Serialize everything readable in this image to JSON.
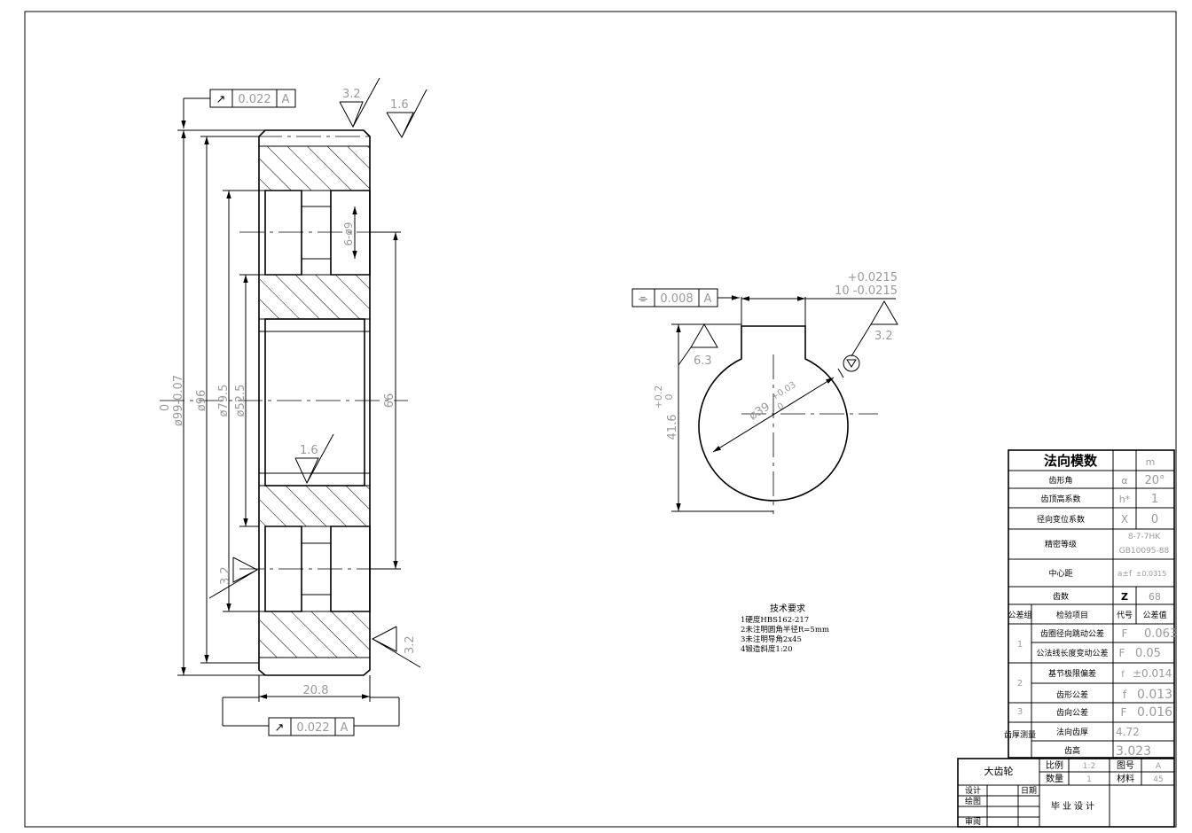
{
  "gear_view": {
    "runout_top": {
      "symbol": "↗",
      "value": "0.022",
      "datum": "A"
    },
    "runout_bottom": {
      "symbol": "↗",
      "value": "0.022",
      "datum": "A"
    },
    "roughness_top_a": "3.2",
    "roughness_top_b": "1.6",
    "roughness_mid": "1.6",
    "roughness_left": "3.2",
    "roughness_right": "3.2",
    "dim_od_upper": "0",
    "dim_od_lower": "ø99-0.07",
    "dim_96": "ø96",
    "dim_795": "ø79.5",
    "dim_525": "ø52.5",
    "dim_holes": "6-ø9",
    "dim_66": "66",
    "dim_width": "20.8"
  },
  "section_view": {
    "symmetry": {
      "symbol": "⌯",
      "value": "0.008",
      "datum": "A"
    },
    "keyway_tol_upper": "+0.0215",
    "keyway_tol_lower": "10 -0.0215",
    "roughness_right": "3.2",
    "roughness_left": "6.3",
    "dim_depth_tol_upper": "+0.2",
    "dim_depth_tol_lower": "0",
    "dim_depth": "41.6",
    "bore_main": "ø39",
    "bore_tol_upper": "+0.03",
    "bore_tol_lower": "0"
  },
  "tech_req": {
    "title": "技术要求",
    "lines": [
      "1硬度HBS162-217",
      "2未注明圆角半径R=5mm",
      "3未注明导角2x45",
      "4锻造斜度1:20"
    ]
  },
  "params": {
    "header_label": "法向模数",
    "header_value": "m",
    "rows": [
      {
        "label": "齿形角",
        "code": "α",
        "value": "20°"
      },
      {
        "label": "齿顶高系数",
        "code": "h*",
        "value": "1"
      },
      {
        "label": "径向变位系数",
        "code": "X",
        "value": "0"
      },
      {
        "label": "精密等级",
        "code": "",
        "value": "8-7-7HK",
        "value2": "GB10095-88"
      },
      {
        "label": "中心距",
        "code": "a±f",
        "value": "±0.0315"
      },
      {
        "label": "齿数",
        "code": "Z",
        "value": "68"
      }
    ],
    "group_header": {
      "group": "公差组",
      "item": "检验项目",
      "code": "代号",
      "value": "公差值"
    },
    "tol_rows": [
      {
        "group": "1",
        "label": "齿圈径向跳动公差",
        "code": "F",
        "value": "0.063"
      },
      {
        "group": "",
        "label": "公法线长度变动公差",
        "code": "F",
        "value": "0.05"
      },
      {
        "group": "2",
        "label": "基节极限偏差",
        "code": "f",
        "value": "±0.014"
      },
      {
        "group": "",
        "label": "齿形公差",
        "code": "f",
        "value": "0.013"
      },
      {
        "group": "3",
        "label": "齿向公差",
        "code": "F",
        "value": "0.016"
      },
      {
        "group": "齿厚测量",
        "label": "法向齿厚",
        "code": "",
        "value": "4.72"
      },
      {
        "group": "",
        "label": "齿高",
        "code": "",
        "value": "3.023"
      }
    ]
  },
  "title_block": {
    "part_name": "大齿轮",
    "scale_label": "比例",
    "scale_value": "1:2",
    "drawing_no_label": "图号",
    "drawing_no_value": "A",
    "qty_label": "数量",
    "qty_value": "1",
    "material_label": "材料",
    "material_value": "45",
    "design": "设计",
    "date": "日期",
    "draw": "绘图",
    "review": "审阅",
    "project": "毕业设计"
  }
}
